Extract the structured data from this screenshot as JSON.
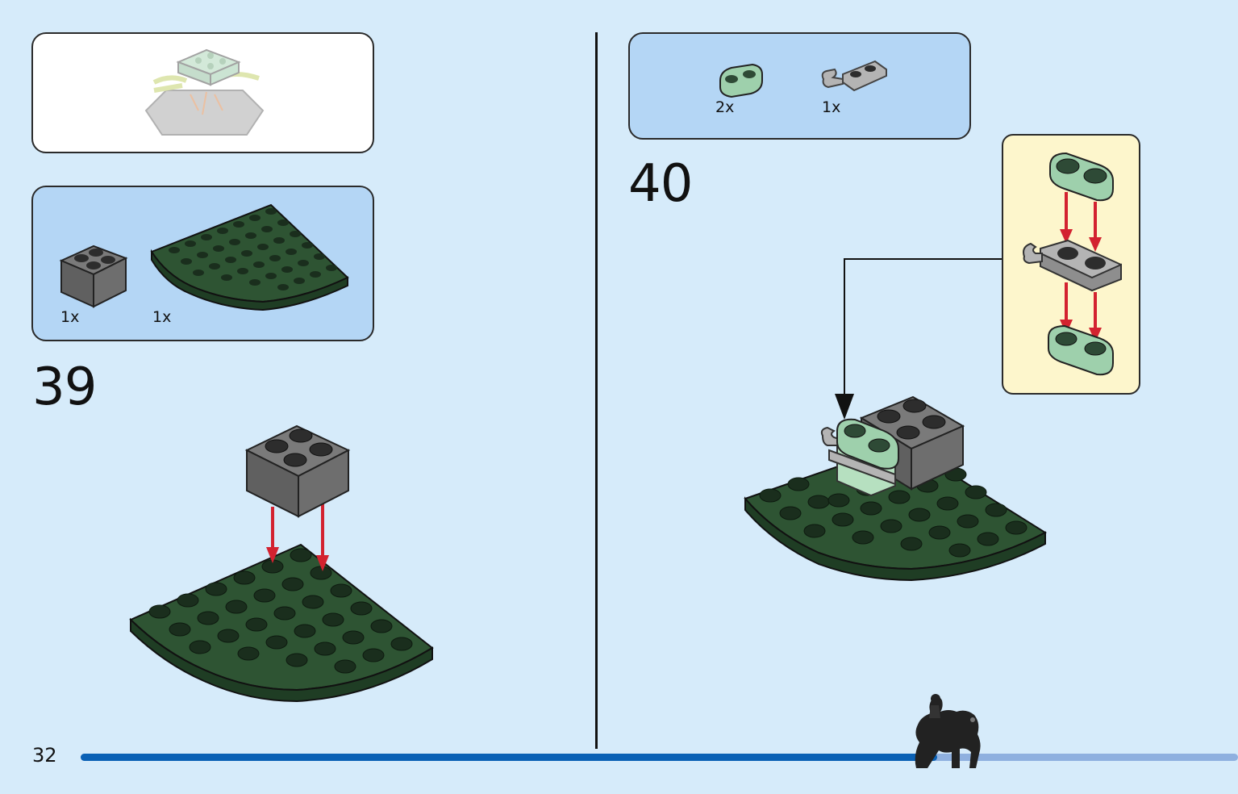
{
  "page": {
    "number": "32"
  },
  "progress": {
    "fraction": 0.74
  },
  "steps": [
    {
      "number": "39",
      "parts": [
        {
          "qty": "1x",
          "icon": "dark-gray-2x2-brick-icon"
        },
        {
          "qty": "1x",
          "icon": "dark-green-curved-plate-icon"
        }
      ]
    },
    {
      "number": "40",
      "parts": [
        {
          "qty": "2x",
          "icon": "sand-green-1x2-oval-plate-icon"
        },
        {
          "qty": "1x",
          "icon": "light-gray-clip-plate-icon"
        }
      ]
    }
  ],
  "colors": {
    "background": "#d6ebfa",
    "parts_box": "#b4d6f5",
    "dark_green": "#2e5433",
    "sand_green": "#9ed0ac",
    "dark_gray": "#6e6e6e",
    "light_gray": "#b4b4b4",
    "arrow_red": "#d32230",
    "progress": "#0a61b5"
  }
}
